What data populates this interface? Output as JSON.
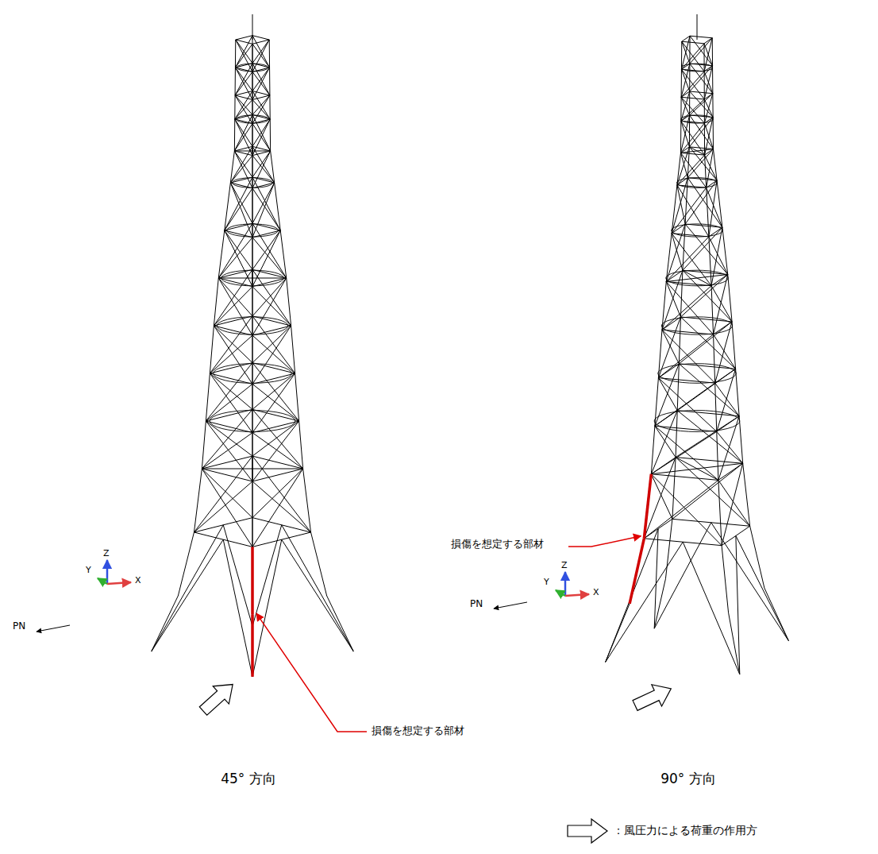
{
  "diagram": {
    "labels": [
      "Z",
      "Y",
      "X",
      "PN",
      "損傷を想定する部材",
      "45° 方向",
      "Z",
      "Y",
      "X",
      "PN",
      "損傷を想定する部材",
      "90° 方向"
    ],
    "legend": [
      {
        "text": "：風圧力による荷重の作用方"
      }
    ]
  }
}
